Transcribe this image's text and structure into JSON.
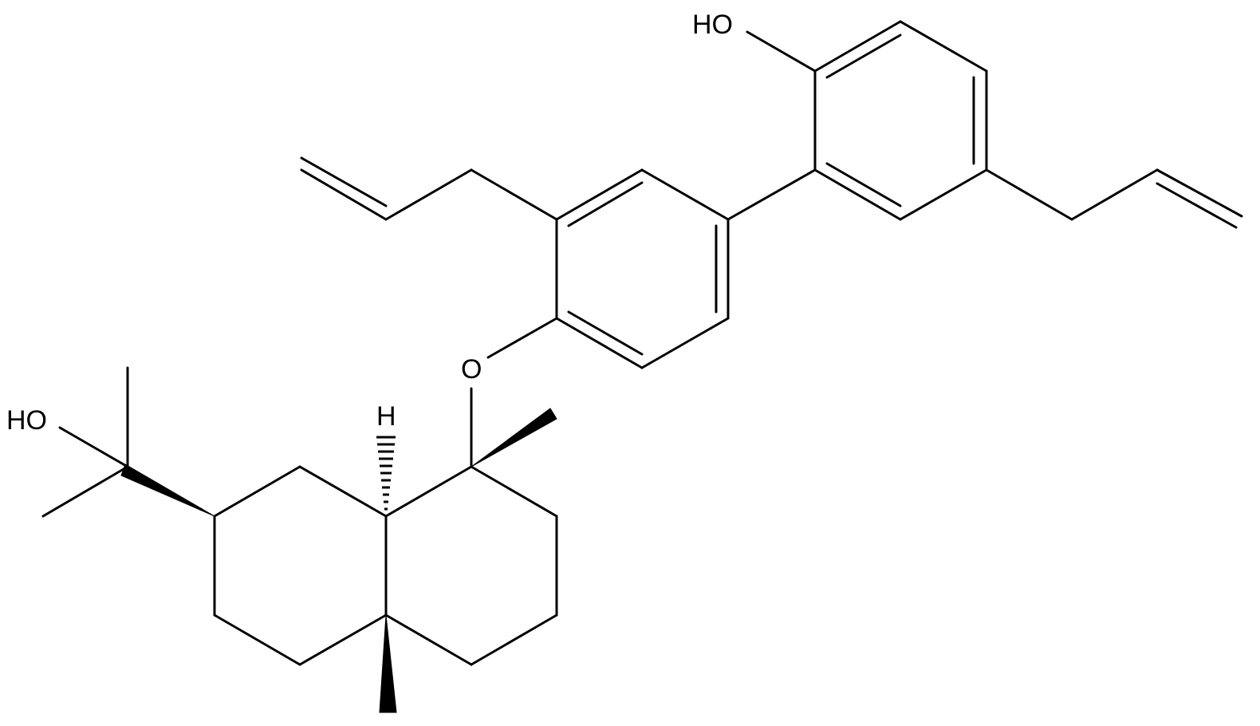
{
  "labels": {
    "oh_top": "HO",
    "oh_left": "HO",
    "ether_o": "O",
    "h_stereo": "H"
  }
}
